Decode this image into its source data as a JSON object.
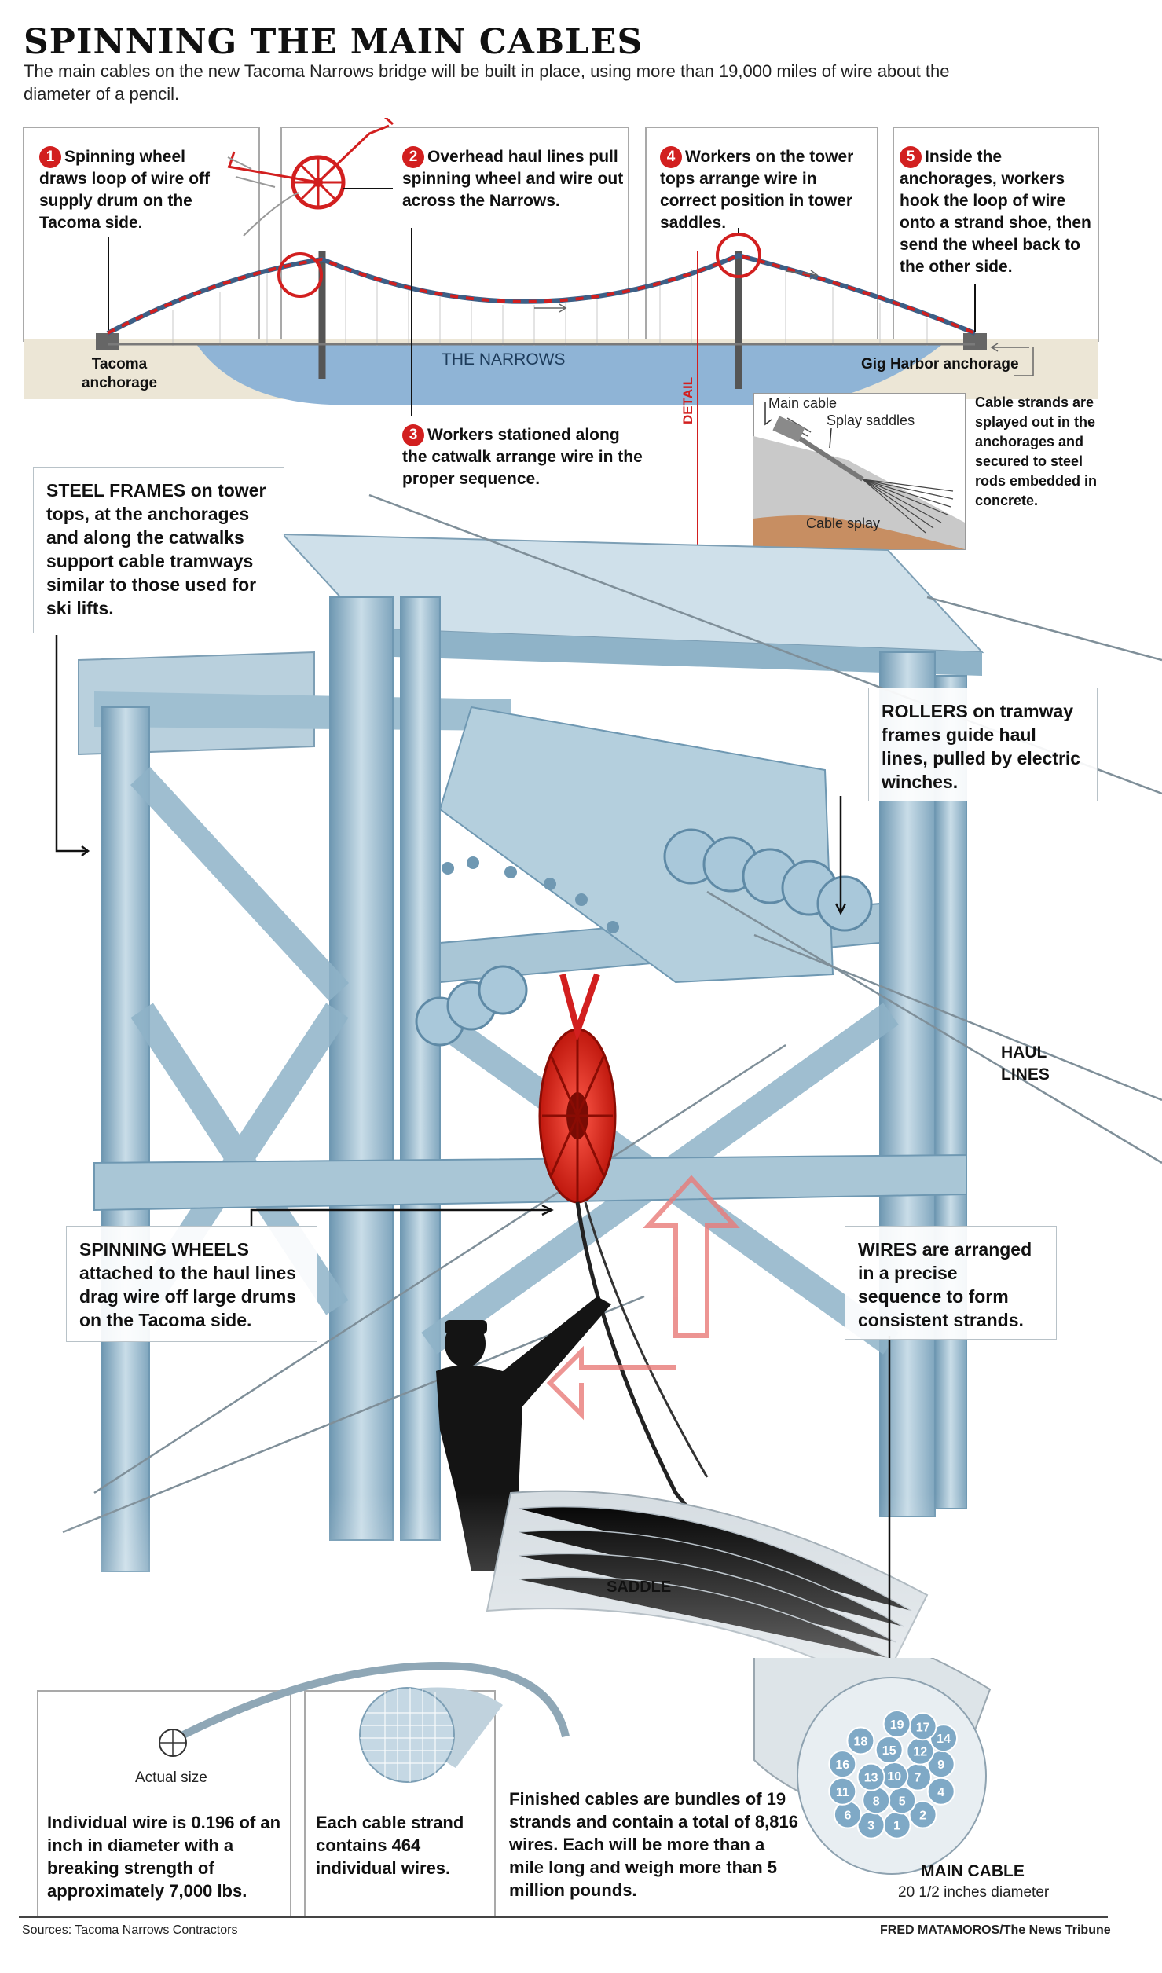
{
  "header": {
    "title": "SPINNING THE MAIN CABLES",
    "subtitle": "The main cables on the new Tacoma Narrows bridge will be built in place, using more than 19,000 miles of wire about the diameter of a pencil."
  },
  "steps": [
    {
      "number": "1",
      "text": "Spinning wheel draws loop of wire off supply drum on the Tacoma side."
    },
    {
      "number": "2",
      "text": "Overhead haul lines pull spinning wheel and wire out across the Narrows."
    },
    {
      "number": "3",
      "text": "Workers stationed along the catwalk arrange wire in the proper sequence."
    },
    {
      "number": "4",
      "text": "Workers on the tower tops arrange wire in correct position in tower saddles."
    },
    {
      "number": "5",
      "text": "Inside the anchorages, workers hook the loop of wire onto a strand shoe, then send the wheel back to the other side."
    }
  ],
  "map_labels": {
    "tacoma": "Tacoma anchorage",
    "narrows": "THE NARROWS",
    "gig_harbor": "Gig Harbor anchorage",
    "detail": "DETAIL"
  },
  "inset": {
    "main_cable": "Main cable",
    "splay_saddles": "Splay saddles",
    "cable_splay": "Cable splay",
    "note": "Cable strands are splayed out in the anchorages and secured to steel rods embedded in concrete."
  },
  "callouts": {
    "steel_frames": "STEEL FRAMES on tower tops, at the anchorages and along the catwalks support cable tramways similar to those used for ski lifts.",
    "rollers": "ROLLERS on tramway frames guide haul lines, pulled by electric winches.",
    "spinning_wheels": "SPINNING WHEELS attached to the haul lines drag wire off large drums on the Tacoma side.",
    "wires": "WIRES are arranged in a precise sequence to form consistent strands.",
    "haul_lines": "HAUL LINES",
    "saddle": "SADDLE"
  },
  "bottom": {
    "actual_size": "Actual size",
    "wire_text": "Individual wire is 0.196 of an inch in diameter with a breaking strength of approximately 7,000 lbs.",
    "strand_text": "Each cable strand contains 464 individual wires.",
    "finished_text": "Finished cables are bundles of 19 strands and contain a total of 8,816 wires. Each will be more than a mile long and weigh more than 5 million pounds.",
    "main_cable_title": "MAIN CABLE",
    "main_cable_diameter": "20 1/2 inches diameter",
    "strand_numbers": [
      "1",
      "2",
      "3",
      "4",
      "5",
      "6",
      "7",
      "8",
      "9",
      "10",
      "11",
      "12",
      "13",
      "14",
      "15",
      "16",
      "17",
      "18",
      "19"
    ]
  },
  "footer": {
    "sources": "Sources: Tacoma Narrows Contractors",
    "credit": "FRED MATAMOROS/The News Tribune"
  },
  "colors": {
    "accent_red": "#d21f1f",
    "steel_blue": "#8fb3c8",
    "water_blue": "#8fb4d6",
    "land_tan": "#ece6d6"
  }
}
